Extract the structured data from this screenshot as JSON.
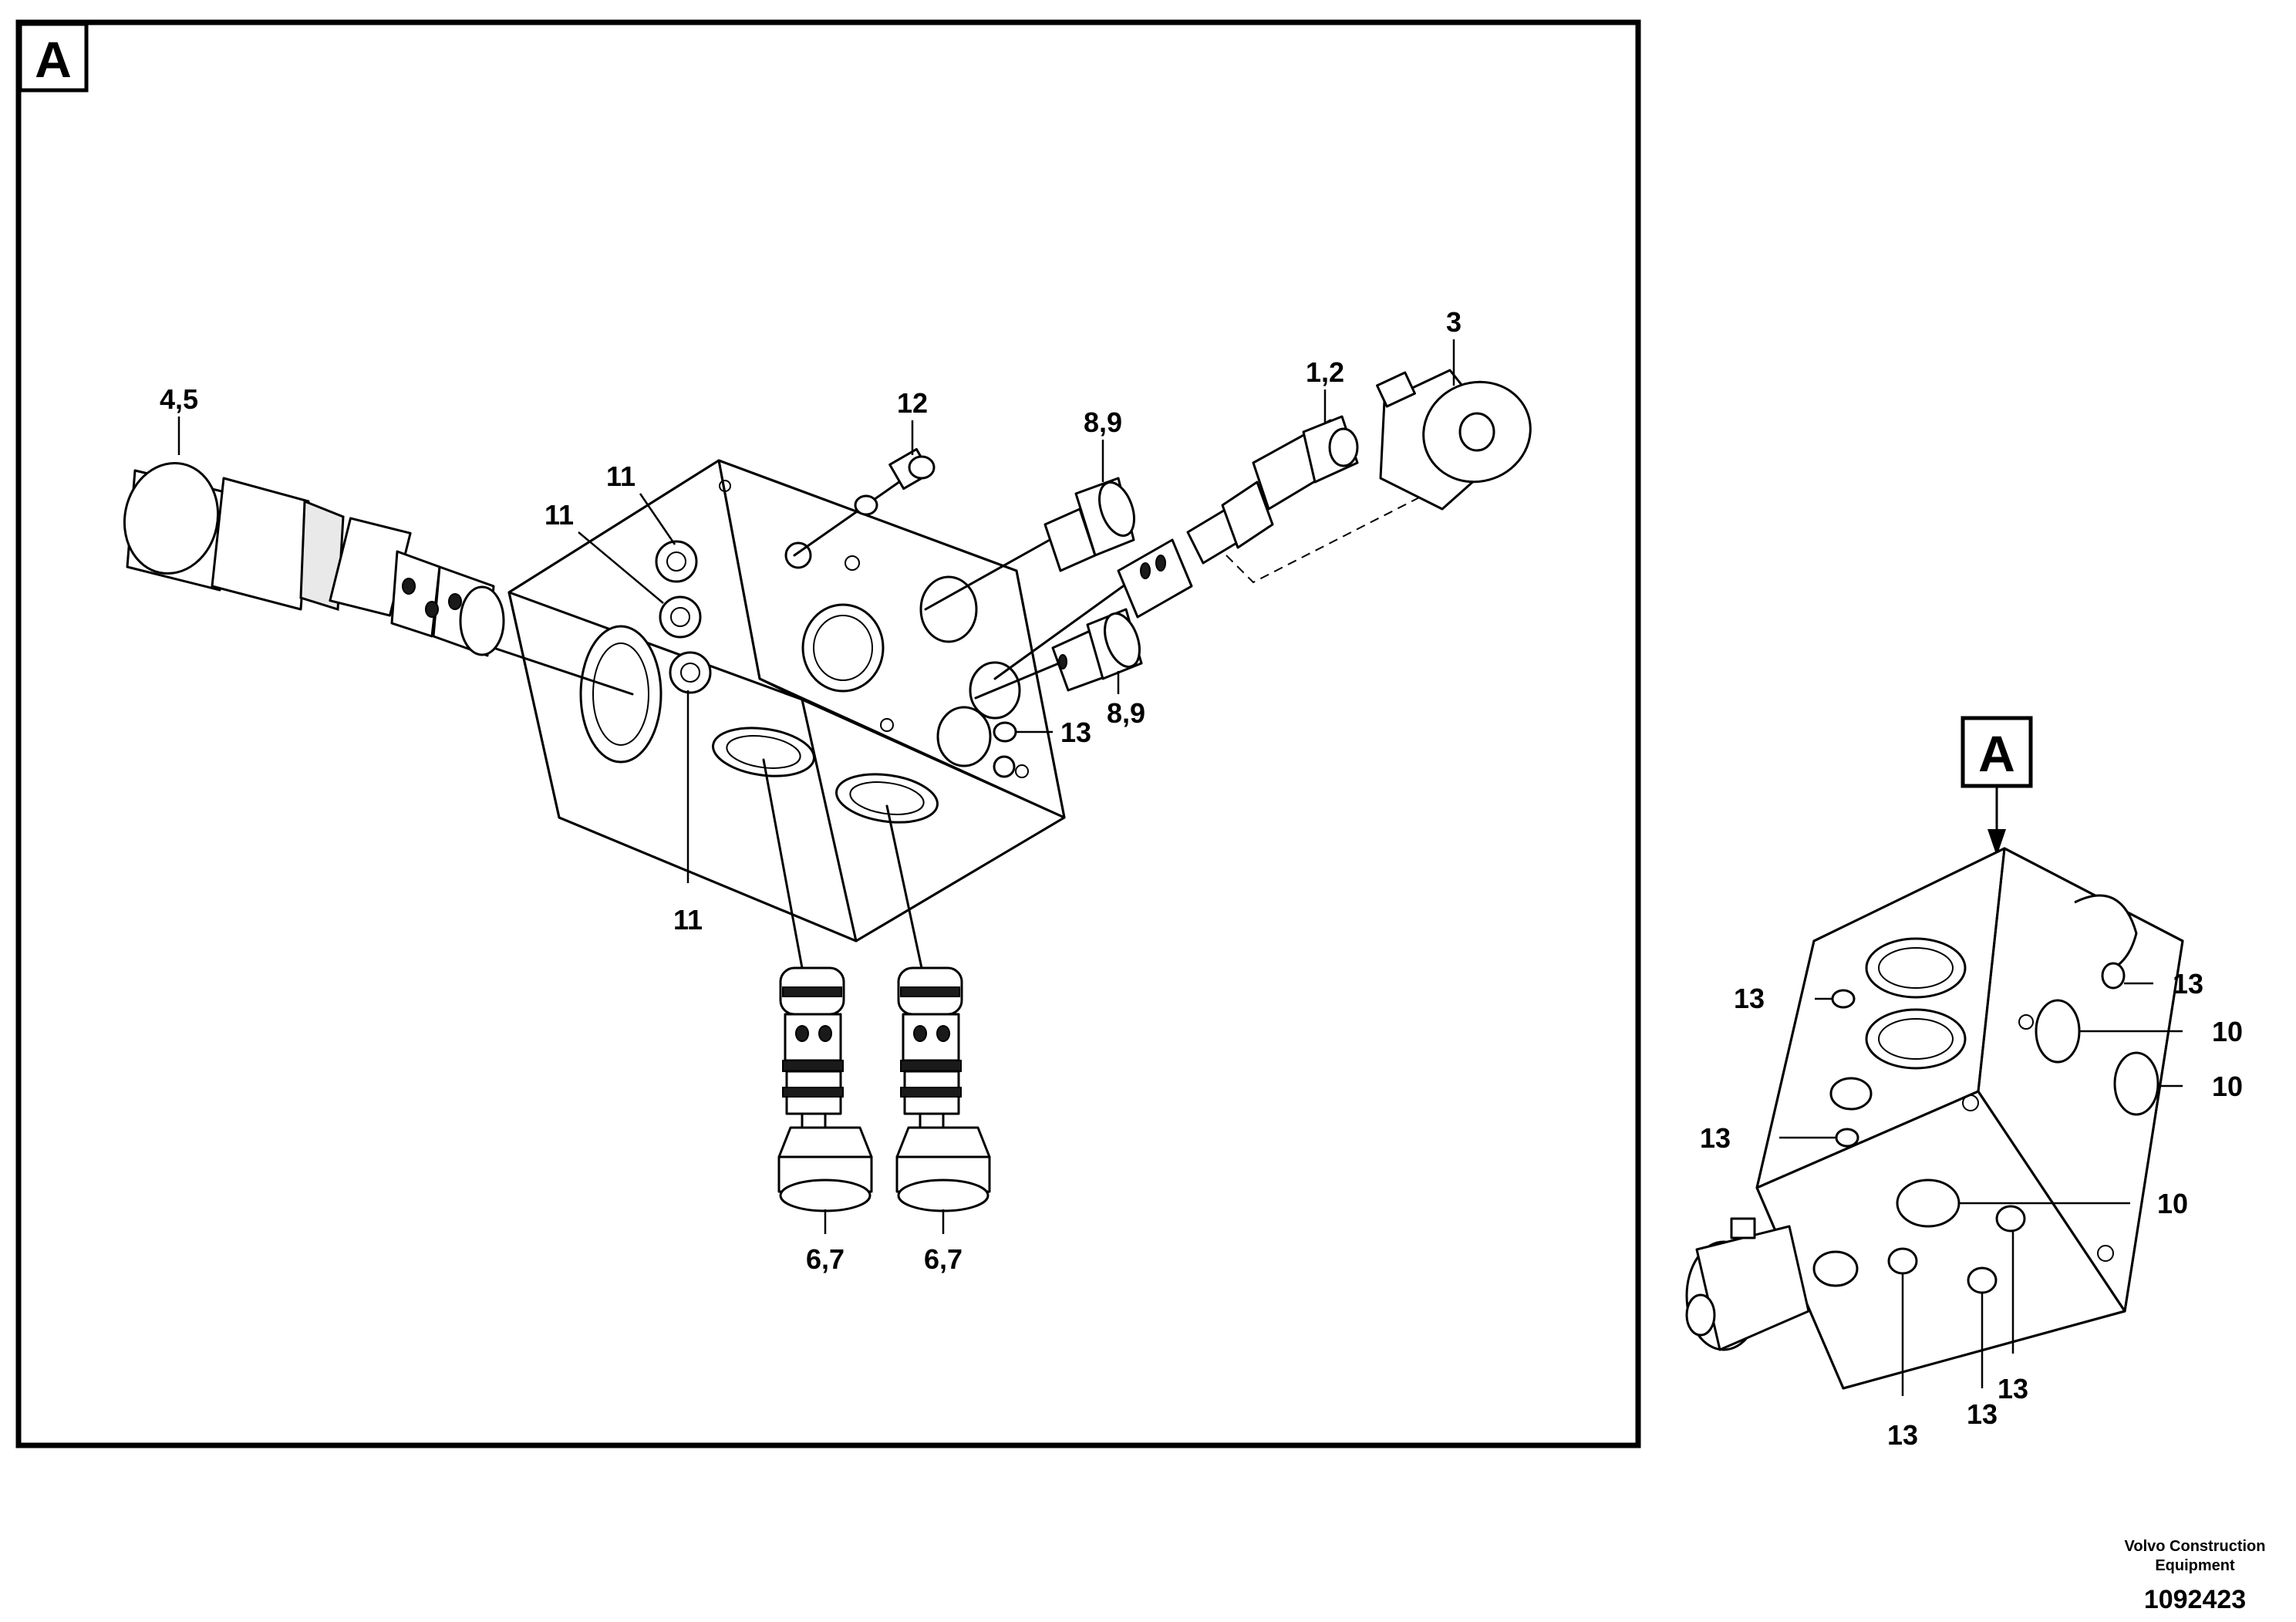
{
  "main_view": {
    "view_letter": "A",
    "callouts": {
      "relief_valve": "4,5",
      "plug_12": "12",
      "cartridge_top": "8,9",
      "solenoid_cartridge": "1,2",
      "coil": "3",
      "seal_11_a": "11",
      "seal_11_b": "11",
      "seal_11_c": "11",
      "cartridge_mid": "8,9",
      "plug_13": "13",
      "cartridge_left": "6,7",
      "cartridge_right": "6,7"
    }
  },
  "detail_view": {
    "view_letter": "A",
    "callouts": {
      "plug_top_left": "13",
      "plug_top_right": "13",
      "port_10_a": "10",
      "port_10_b": "10",
      "plug_left_mid": "13",
      "port_10_c": "10",
      "plug_bottom_a": "13",
      "plug_bottom_b": "13",
      "plug_bottom_c": "13"
    }
  },
  "footer": {
    "company_line1": "Volvo Construction",
    "company_line2": "Equipment",
    "drawing_number": "1092423"
  }
}
